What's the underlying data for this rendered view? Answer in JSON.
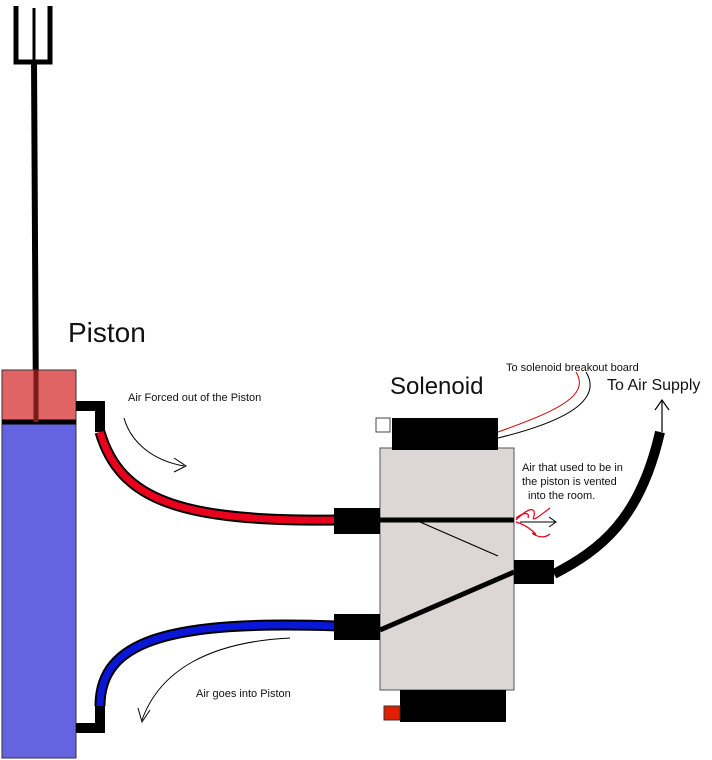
{
  "labels": {
    "piston": "Piston",
    "solenoid": "Solenoid",
    "breakout": "To solenoid breakout board",
    "air_supply": "To Air Supply",
    "air_out": "Air Forced out of the Piston",
    "vented_line1": "Air that used to be in",
    "vented_line2": "the piston is vented",
    "vented_line3": "into the room.",
    "air_in": "Air goes into Piston"
  },
  "colors": {
    "piston_top": "#e06464",
    "piston_body": "#6464e0",
    "red_hose": "#e8001c",
    "blue_hose": "#0a17d8",
    "solenoid_body": "#dcd6d6",
    "black": "#000000",
    "indicator_red": "#e02000"
  }
}
